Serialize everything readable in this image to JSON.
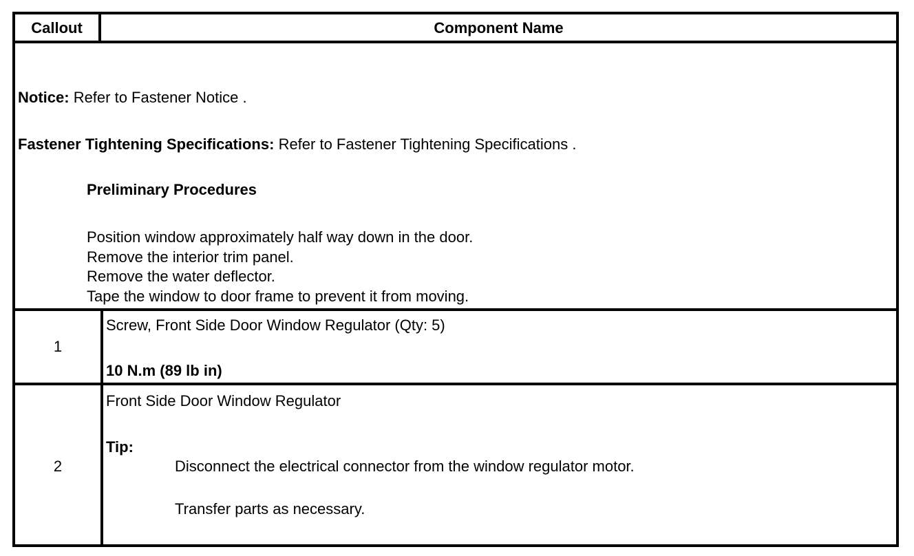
{
  "header": {
    "callout": "Callout",
    "component_name": "Component Name"
  },
  "intro": {
    "notice_label": "Notice:",
    "notice_text": "Refer to Fastener Notice .",
    "fastener_label": "Fastener Tightening Specifications:",
    "fastener_text": "Refer to Fastener Tightening Specifications .",
    "preliminary_heading": "Preliminary Procedures",
    "steps": [
      "Position window approximately half way down in the door.",
      "Remove the interior trim panel.",
      "Remove the water deflector.",
      "Tape the window to door frame to prevent it from moving."
    ]
  },
  "rows": [
    {
      "callout": "1",
      "component": "Screw, Front Side Door Window Regulator (Qty: 5)",
      "torque": "10 N.m (89 lb in)"
    },
    {
      "callout": "2",
      "component": "Front Side Door Window Regulator",
      "tip_label": "Tip:",
      "tips": [
        "Disconnect the electrical connector from the window regulator motor.",
        "Transfer parts as necessary."
      ]
    }
  ]
}
